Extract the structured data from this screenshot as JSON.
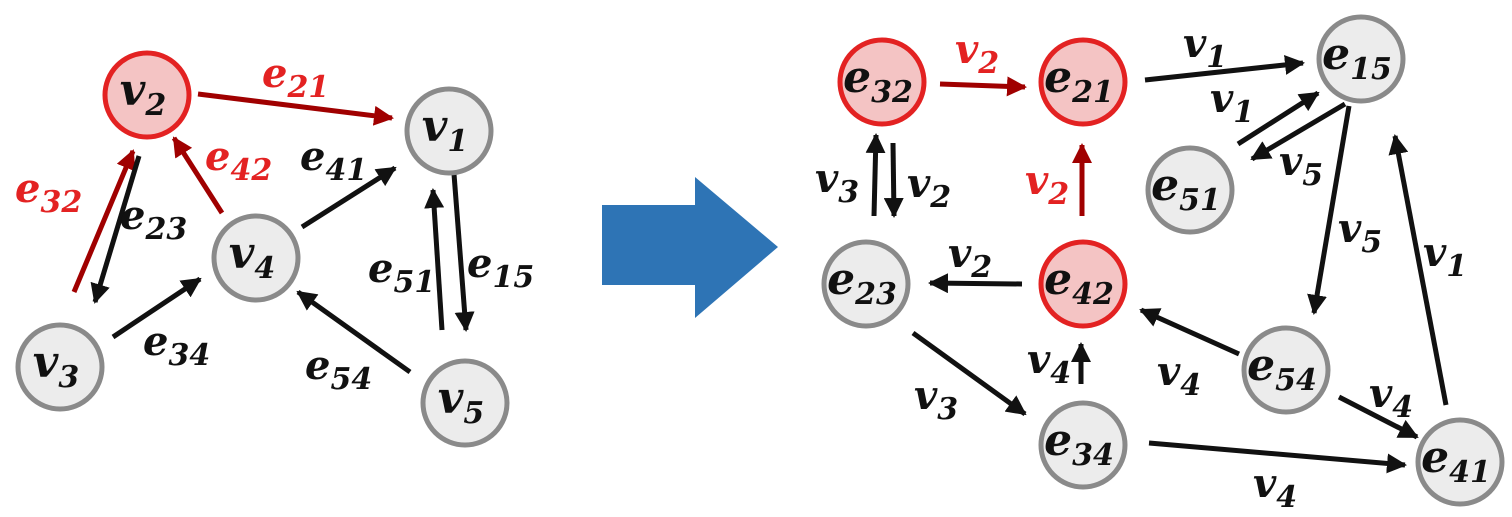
{
  "colors": {
    "node_fill": "#ececec",
    "node_stroke": "#8a8a8a",
    "highlight_fill": "#f4c4c4",
    "highlight_stroke": "#e32222",
    "edge_black": "#111111",
    "edge_red": "#a00000",
    "label_red": "#e32222",
    "transform_arrow": "#2e74b5"
  },
  "left_graph": {
    "nodes": [
      {
        "id": "v2",
        "base": "v",
        "sub": "2",
        "highlight": true
      },
      {
        "id": "v1",
        "base": "v",
        "sub": "1",
        "highlight": false
      },
      {
        "id": "v4",
        "base": "v",
        "sub": "4",
        "highlight": false
      },
      {
        "id": "v3",
        "base": "v",
        "sub": "3",
        "highlight": false
      },
      {
        "id": "v5",
        "base": "v",
        "sub": "5",
        "highlight": false
      }
    ],
    "edges": [
      {
        "id": "e21",
        "base": "e",
        "sub": "21",
        "highlight": true
      },
      {
        "id": "e42",
        "base": "e",
        "sub": "42",
        "highlight": true
      },
      {
        "id": "e32",
        "base": "e",
        "sub": "32",
        "highlight": true
      },
      {
        "id": "e23",
        "base": "e",
        "sub": "23",
        "highlight": false
      },
      {
        "id": "e41",
        "base": "e",
        "sub": "41",
        "highlight": false
      },
      {
        "id": "e34",
        "base": "e",
        "sub": "34",
        "highlight": false
      },
      {
        "id": "e51",
        "base": "e",
        "sub": "51",
        "highlight": false
      },
      {
        "id": "e15",
        "base": "e",
        "sub": "15",
        "highlight": false
      },
      {
        "id": "e54",
        "base": "e",
        "sub": "54",
        "highlight": false
      }
    ]
  },
  "right_graph": {
    "nodes": [
      {
        "id": "e32",
        "base": "e",
        "sub": "32",
        "highlight": true
      },
      {
        "id": "e21",
        "base": "e",
        "sub": "21",
        "highlight": true
      },
      {
        "id": "e15",
        "base": "e",
        "sub": "15",
        "highlight": false
      },
      {
        "id": "e51",
        "base": "e",
        "sub": "51",
        "highlight": false
      },
      {
        "id": "e23",
        "base": "e",
        "sub": "23",
        "highlight": false
      },
      {
        "id": "e42",
        "base": "e",
        "sub": "42",
        "highlight": true
      },
      {
        "id": "e54",
        "base": "e",
        "sub": "54",
        "highlight": false
      },
      {
        "id": "e34",
        "base": "e",
        "sub": "34",
        "highlight": false
      },
      {
        "id": "e41",
        "base": "e",
        "sub": "41",
        "highlight": false
      }
    ],
    "edges": [
      {
        "id": "r1",
        "base": "v",
        "sub": "2",
        "highlight": true
      },
      {
        "id": "r2",
        "base": "v",
        "sub": "1",
        "highlight": false
      },
      {
        "id": "r3",
        "base": "v",
        "sub": "1",
        "highlight": false
      },
      {
        "id": "r4",
        "base": "v",
        "sub": "5",
        "highlight": false
      },
      {
        "id": "r5",
        "base": "v",
        "sub": "3",
        "highlight": false
      },
      {
        "id": "r6",
        "base": "v",
        "sub": "2",
        "highlight": false
      },
      {
        "id": "r7",
        "base": "v",
        "sub": "2",
        "highlight": true
      },
      {
        "id": "r8",
        "base": "v",
        "sub": "5",
        "highlight": false
      },
      {
        "id": "r9",
        "base": "v",
        "sub": "1",
        "highlight": false
      },
      {
        "id": "r10",
        "base": "v",
        "sub": "2",
        "highlight": false
      },
      {
        "id": "r11",
        "base": "v",
        "sub": "4",
        "highlight": false
      },
      {
        "id": "r12",
        "base": "v",
        "sub": "4",
        "highlight": false
      },
      {
        "id": "r13",
        "base": "v",
        "sub": "3",
        "highlight": false
      },
      {
        "id": "r14",
        "base": "v",
        "sub": "4",
        "highlight": false
      },
      {
        "id": "r15",
        "base": "v",
        "sub": "4",
        "highlight": false
      }
    ]
  }
}
